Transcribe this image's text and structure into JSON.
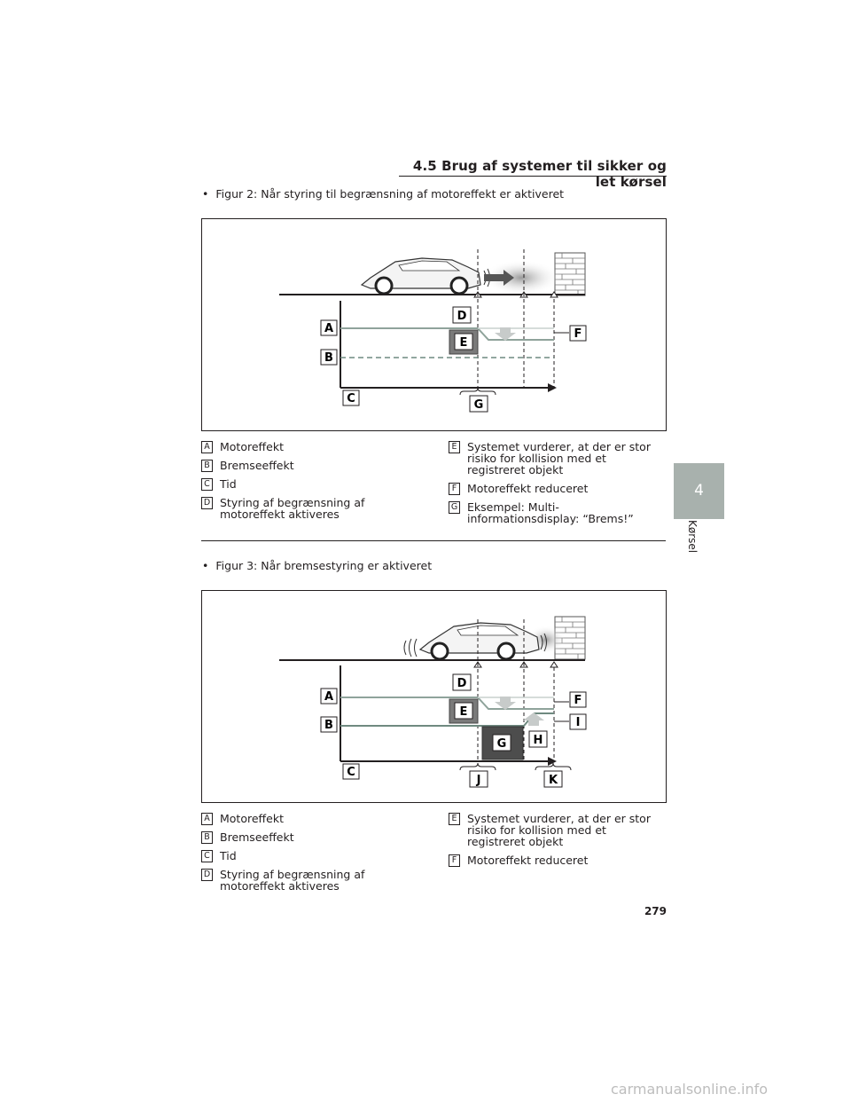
{
  "header": {
    "title": "4.5  Brug af systemer til sikker og let kørsel"
  },
  "fig2": {
    "caption": "Figur 2: Når styring til begrænsning af motoreffekt er aktiveret",
    "labels": {
      "A": "A",
      "B": "B",
      "C": "C",
      "D": "D",
      "E": "E",
      "F": "F",
      "G": "G"
    },
    "legend_left": [
      {
        "key": "A",
        "text": "Motoreffekt"
      },
      {
        "key": "B",
        "text": "Bremseeffekt"
      },
      {
        "key": "C",
        "text": "Tid"
      },
      {
        "key": "D",
        "text": "Styring af begrænsning af motoreffekt aktiveres"
      }
    ],
    "legend_right": [
      {
        "key": "E",
        "text": "Systemet vurderer, at der er stor risiko for kollision med et registreret objekt"
      },
      {
        "key": "F",
        "text": "Motoreffekt reduceret"
      },
      {
        "key": "G",
        "text": "Eksempel: Multi-informationsdisplay: “Brems!”"
      }
    ]
  },
  "fig3": {
    "caption": "Figur 3: Når bremsestyring er aktiveret",
    "labels": {
      "A": "A",
      "B": "B",
      "C": "C",
      "D": "D",
      "E": "E",
      "F": "F",
      "G": "G",
      "H": "H",
      "I": "I",
      "J": "J",
      "K": "K"
    },
    "legend_left": [
      {
        "key": "A",
        "text": "Motoreffekt"
      },
      {
        "key": "B",
        "text": "Bremseeffekt"
      },
      {
        "key": "C",
        "text": "Tid"
      },
      {
        "key": "D",
        "text": "Styring af begrænsning af motoreffekt aktiveres"
      }
    ],
    "legend_right": [
      {
        "key": "E",
        "text": "Systemet vurderer, at der er stor risiko for kollision med et registreret objekt"
      },
      {
        "key": "F",
        "text": "Motoreffekt reduceret"
      }
    ]
  },
  "side": {
    "chapter": "4",
    "label": "Kørsel"
  },
  "page_number": "279",
  "footer": {
    "url": "carmanualsonline.info"
  },
  "colors": {
    "power_line": "#8fa39b",
    "dark_box": "#4d4d4d",
    "mid_box": "#7a7a7a",
    "side_tab": "#a8b1ad",
    "arrow_gray": "#c7cbca"
  }
}
